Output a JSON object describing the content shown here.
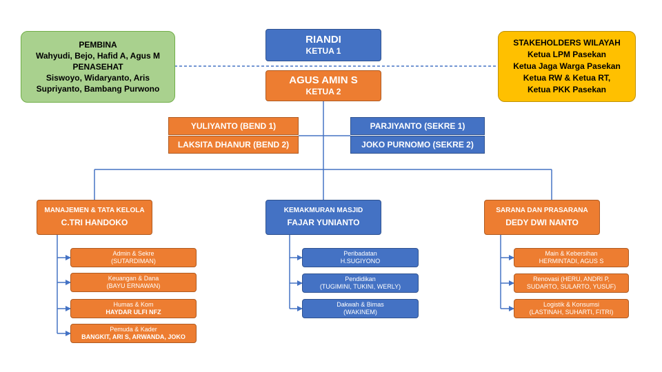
{
  "colors": {
    "blue": "#4472c4",
    "orange": "#ed7d31",
    "green": "#a9d18e",
    "yellow": "#ffc000",
    "connector": "#4472c4"
  },
  "pembina": {
    "title1": "PEMBINA",
    "line1": "Wahyudi, Bejo, Hafid A, Agus M",
    "title2": "PENASEHAT",
    "line2": "Siswoyo, Widaryanto, Aris",
    "line3": "Supriyanto, Bambang Purwono"
  },
  "ketua1": {
    "name": "RIANDI",
    "role": "KETUA 1"
  },
  "ketua2": {
    "name": "AGUS AMIN S",
    "role": "KETUA 2"
  },
  "stakeholders": {
    "title": "STAKEHOLDERS WILAYAH",
    "line1": "Ketua LPM Pasekan",
    "line2": "Ketua Jaga Warga Pasekan",
    "line3": "Ketua RW & Ketua RT,",
    "line4": "Ketua PKK Pasekan"
  },
  "bend1": "YULIYANTO (BEND 1)",
  "bend2": "LAKSITA DHANUR (BEND 2)",
  "sekre1": "PARJIYANTO (SEKRE 1)",
  "sekre2": "JOKO PURNOMO (SEKRE 2)",
  "divisions": [
    {
      "title": "MANAJEMEN & TATA KELOLA",
      "head": "C.TRI HANDOKO",
      "units": [
        {
          "name": "Admin & Sekre",
          "members": "(SUTARDIMAN)"
        },
        {
          "name": "Keuangan & Dana",
          "members": "(BAYU ERNAWAN)"
        },
        {
          "name": "Humas & Kom",
          "members": "HAYDAR ULFI NFZ"
        },
        {
          "name": "Pemuda & Kader",
          "members": "BANGKIT, ARI S, ARWANDA, JOKO"
        }
      ]
    },
    {
      "title": "KEMAKMURAN MASJID",
      "head": "FAJAR YUNIANTO",
      "units": [
        {
          "name": "Peribadatan",
          "members": "H.SUGIYONO"
        },
        {
          "name": "Pendidikan",
          "members": "(TUGIMINI, TUKINI, WERLY)"
        },
        {
          "name": "Dakwah & Bimas",
          "members": "(WAKINEM)"
        }
      ]
    },
    {
      "title": "SARANA DAN PRASARANA",
      "head": "DEDY DWI NANTO",
      "units": [
        {
          "name": "Main & Kebersihan",
          "members": "HERMINTADI, AGUS S"
        },
        {
          "name": "Renovasi (HERU, ANDRI P,",
          "members": "SUDARTO, SULARTO, YUSUF)"
        },
        {
          "name": "Logistik & Konsumsi",
          "members": "(LASTINAH, SUHARTI, FITRI)"
        }
      ]
    }
  ]
}
